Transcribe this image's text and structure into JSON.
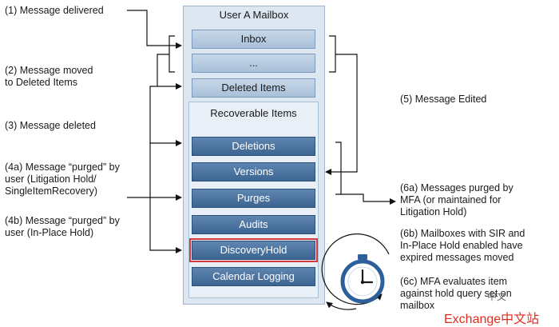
{
  "mailbox": {
    "title": "User A Mailbox",
    "folders": [
      "Inbox",
      "...",
      "Deleted Items"
    ],
    "recoverable": {
      "title": "Recoverable Items",
      "folders": [
        "Deletions",
        "Versions",
        "Purges",
        "Audits",
        "DiscoveryHold",
        "Calendar Logging"
      ],
      "highlighted": "DiscoveryHold"
    }
  },
  "steps": {
    "s1": [
      "(1) Message delivered"
    ],
    "s2": [
      "(2) Message moved",
      "to Deleted Items"
    ],
    "s3": [
      "(3) Message deleted"
    ],
    "s4a": [
      "(4a) Message “purged” by",
      "user (Litigation Hold/",
      "SingleItemRecovery)"
    ],
    "s4b": [
      "(4b) Message “purged” by",
      "user (In-Place Hold)"
    ],
    "s5": [
      "(5) Message Edited"
    ],
    "s6a": [
      "(6a) Messages purged by",
      "MFA (or maintained for",
      "Litigation Hold)"
    ],
    "s6b": [
      "(6b) Mailboxes with SIR and",
      "In-Place Hold enabled have",
      "expired messages moved"
    ],
    "s6c": [
      "(6c) MFA evaluates item",
      "against hold query set on",
      "mailbox"
    ]
  },
  "icons": {
    "timer": "stopwatch-icon"
  },
  "watermark": {
    "text": "Exchange中文站",
    "wechat": "中文"
  },
  "colors": {
    "folder_fill": "#3d6592",
    "highlight": "#d33a3a",
    "mailbox_bg": "#dde7f1"
  }
}
